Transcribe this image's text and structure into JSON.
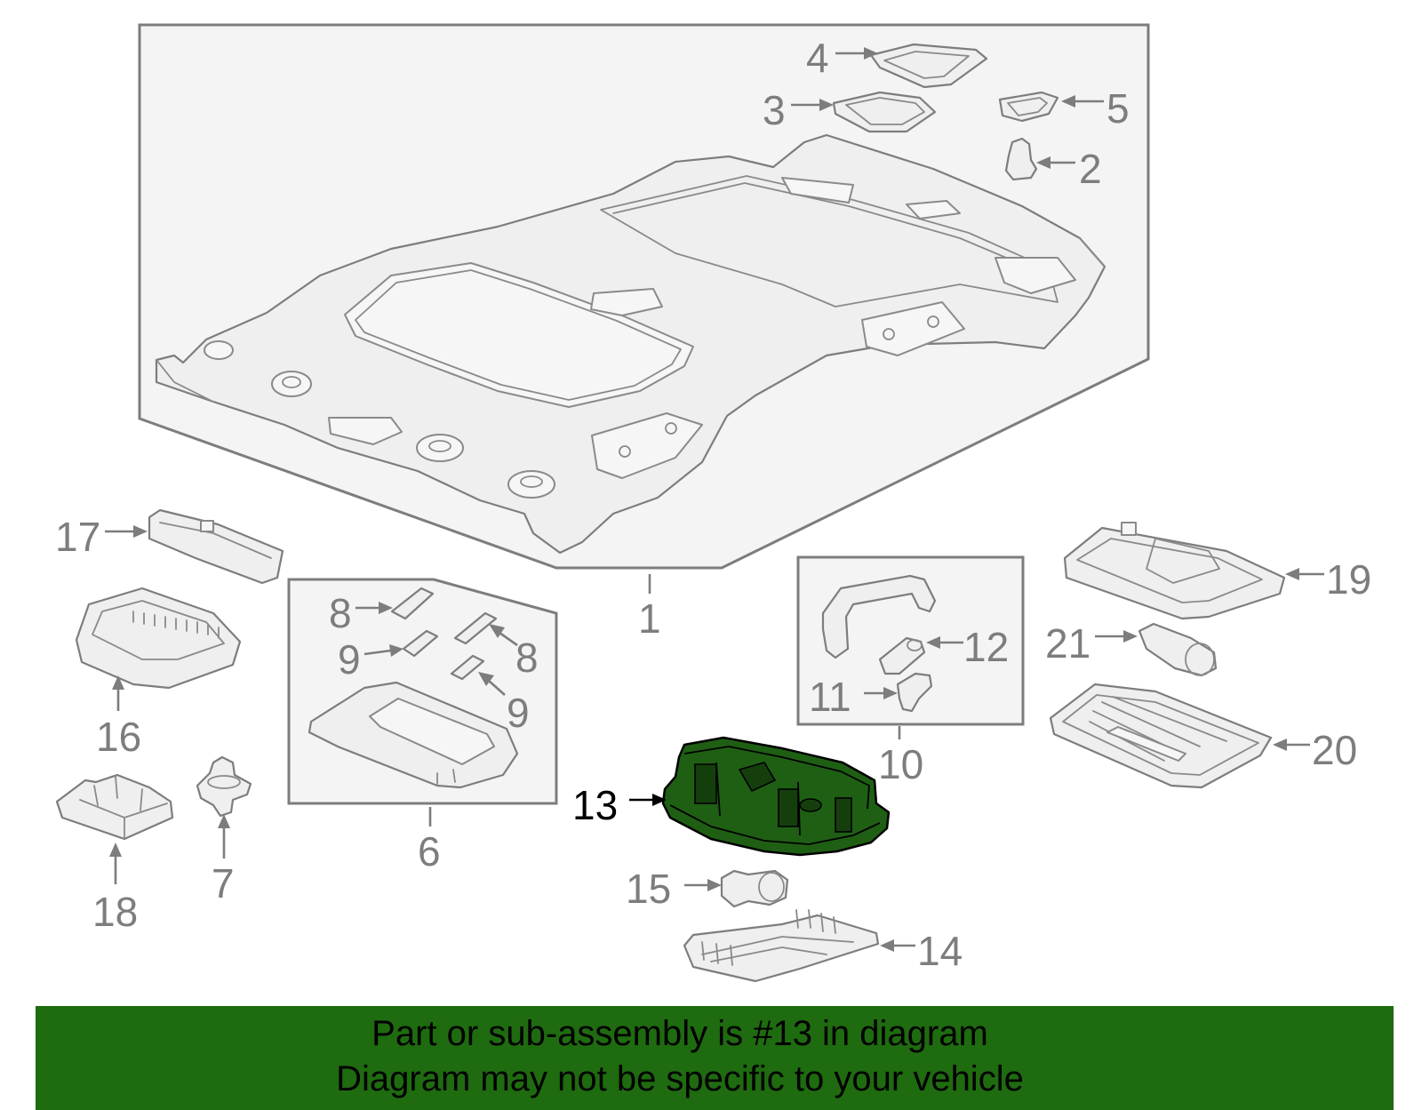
{
  "diagram": {
    "callouts": [
      {
        "id": "1",
        "label": "1"
      },
      {
        "id": "2",
        "label": "2"
      },
      {
        "id": "3",
        "label": "3"
      },
      {
        "id": "4",
        "label": "4"
      },
      {
        "id": "5",
        "label": "5"
      },
      {
        "id": "6",
        "label": "6"
      },
      {
        "id": "7",
        "label": "7"
      },
      {
        "id": "8a",
        "label": "8"
      },
      {
        "id": "8b",
        "label": "8"
      },
      {
        "id": "9a",
        "label": "9"
      },
      {
        "id": "9b",
        "label": "9"
      },
      {
        "id": "10",
        "label": "10"
      },
      {
        "id": "11",
        "label": "11"
      },
      {
        "id": "12",
        "label": "12"
      },
      {
        "id": "13",
        "label": "13",
        "highlighted": true
      },
      {
        "id": "14",
        "label": "14"
      },
      {
        "id": "15",
        "label": "15"
      },
      {
        "id": "16",
        "label": "16"
      },
      {
        "id": "17",
        "label": "17"
      },
      {
        "id": "18",
        "label": "18"
      },
      {
        "id": "19",
        "label": "19"
      },
      {
        "id": "20",
        "label": "20"
      },
      {
        "id": "21",
        "label": "21"
      }
    ],
    "highlighted_part": "13"
  },
  "banner": {
    "line1": "Part or sub-assembly is #13 in diagram",
    "line2": "Diagram may not be specific to your vehicle",
    "background_color": "#1f6b10"
  },
  "colors": {
    "line_gray": "#7d7d7d",
    "highlight_green": "#1f5f14",
    "highlight_label": "#000000"
  }
}
